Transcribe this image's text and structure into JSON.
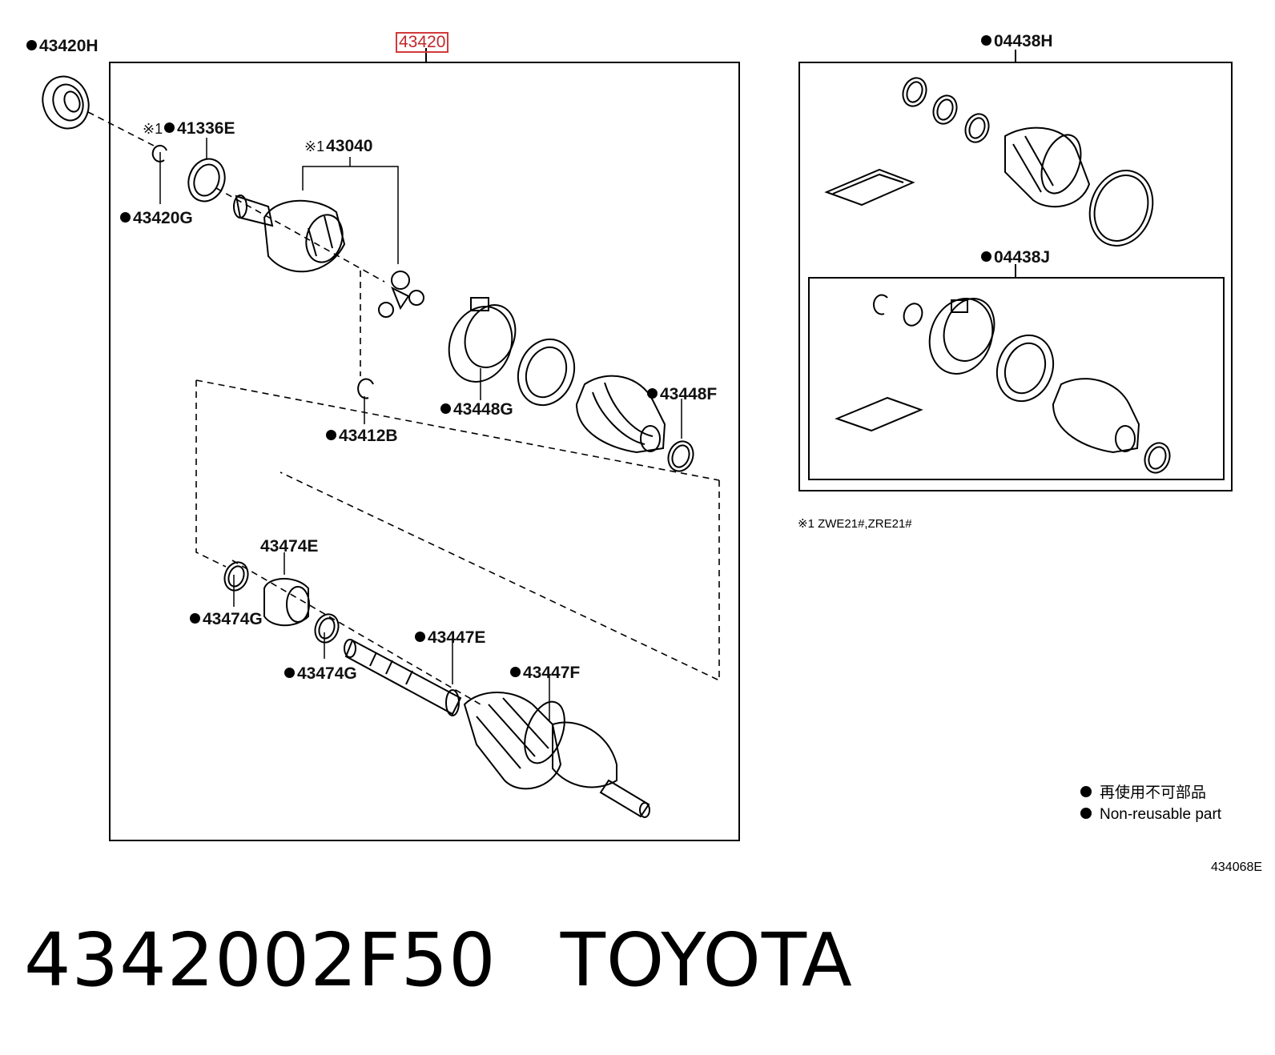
{
  "assembly_ref": "43420",
  "labels": [
    {
      "key": "p43420H",
      "bullet": true,
      "mark": "",
      "text": "43420H"
    },
    {
      "key": "p41336E",
      "bullet": true,
      "mark": "※1",
      "text": "41336E"
    },
    {
      "key": "p43420G",
      "bullet": true,
      "mark": "",
      "text": "43420G"
    },
    {
      "key": "p43040",
      "bullet": false,
      "mark": "※1",
      "text": "43040"
    },
    {
      "key": "p43412B",
      "bullet": true,
      "mark": "",
      "text": "43412B"
    },
    {
      "key": "p43448G",
      "bullet": true,
      "mark": "",
      "text": "43448G"
    },
    {
      "key": "p43448F",
      "bullet": true,
      "mark": "",
      "text": "43448F"
    },
    {
      "key": "p43474E",
      "bullet": false,
      "mark": "",
      "text": "43474E"
    },
    {
      "key": "p43474G_a",
      "bullet": true,
      "mark": "",
      "text": "43474G"
    },
    {
      "key": "p43474G_b",
      "bullet": true,
      "mark": "",
      "text": "43474G"
    },
    {
      "key": "p43447E",
      "bullet": true,
      "mark": "",
      "text": "43447E"
    },
    {
      "key": "p43447F",
      "bullet": true,
      "mark": "",
      "text": "43447F"
    },
    {
      "key": "p04438H",
      "bullet": true,
      "mark": "",
      "text": "04438H"
    },
    {
      "key": "p04438J",
      "bullet": true,
      "mark": "",
      "text": "04438J"
    }
  ],
  "note": "※1 ZWE21#,ZRE21#",
  "legend": {
    "line1": "再使用不可部品",
    "line2": "Non-reusable part"
  },
  "figure_code": "434068E",
  "part_number": "4342002F50",
  "brand": "TOYOTA"
}
